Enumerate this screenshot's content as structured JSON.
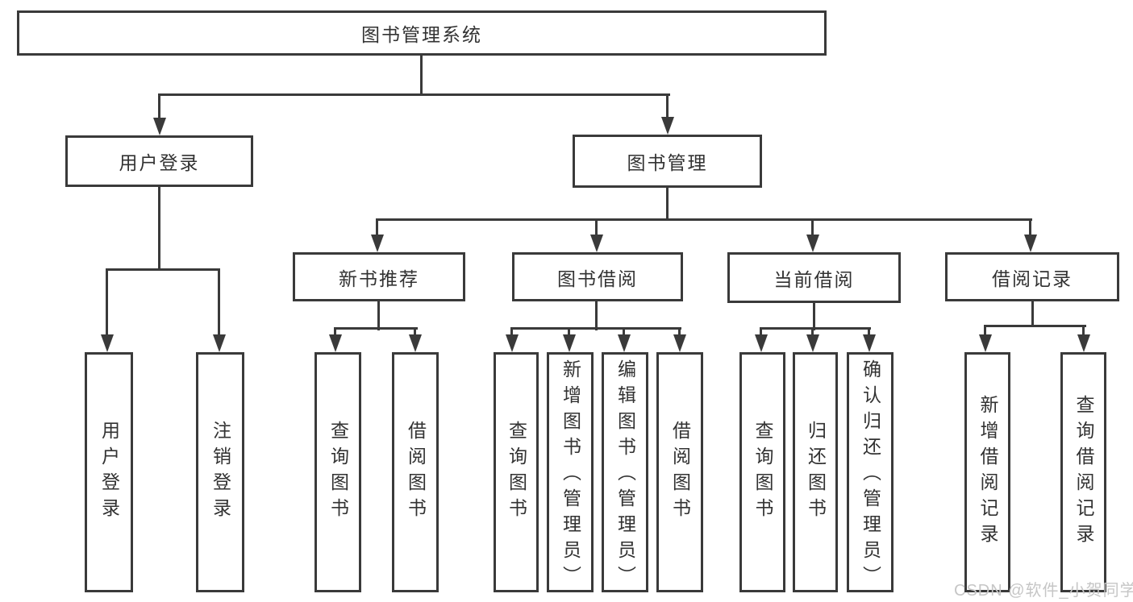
{
  "diagram_title": "图书管理系统",
  "colors": {
    "line": "#3a3a3a",
    "box_border": "#3a3a3a",
    "text": "#323232",
    "background": "#ffffff",
    "watermark": "#c6c6c6"
  },
  "nodes": {
    "root": "图书管理系统",
    "user_login": "用户登录",
    "book_mgmt": "图书管理",
    "new_books": "新书推荐",
    "book_borrow": "图书借阅",
    "current_borrow": "当前借阅",
    "borrow_records": "借阅记录",
    "leaf_user_login": "用户登录",
    "leaf_logout": "注销登录",
    "leaf_nb_query": "查询图书",
    "leaf_nb_borrow": "借阅图书",
    "leaf_bb_query": "查询图书",
    "leaf_bb_add": "新增图书（管理员）",
    "leaf_bb_edit": "编辑图书（管理员）",
    "leaf_bb_borrow": "借阅图书",
    "leaf_cb_query": "查询图书",
    "leaf_cb_return": "归还图书",
    "leaf_cb_confirm": "确认归还（管理员）",
    "leaf_br_add": "新增借阅记录",
    "leaf_br_query": "查询借阅记录"
  },
  "watermark": "CSDN @软件_小贺同学"
}
